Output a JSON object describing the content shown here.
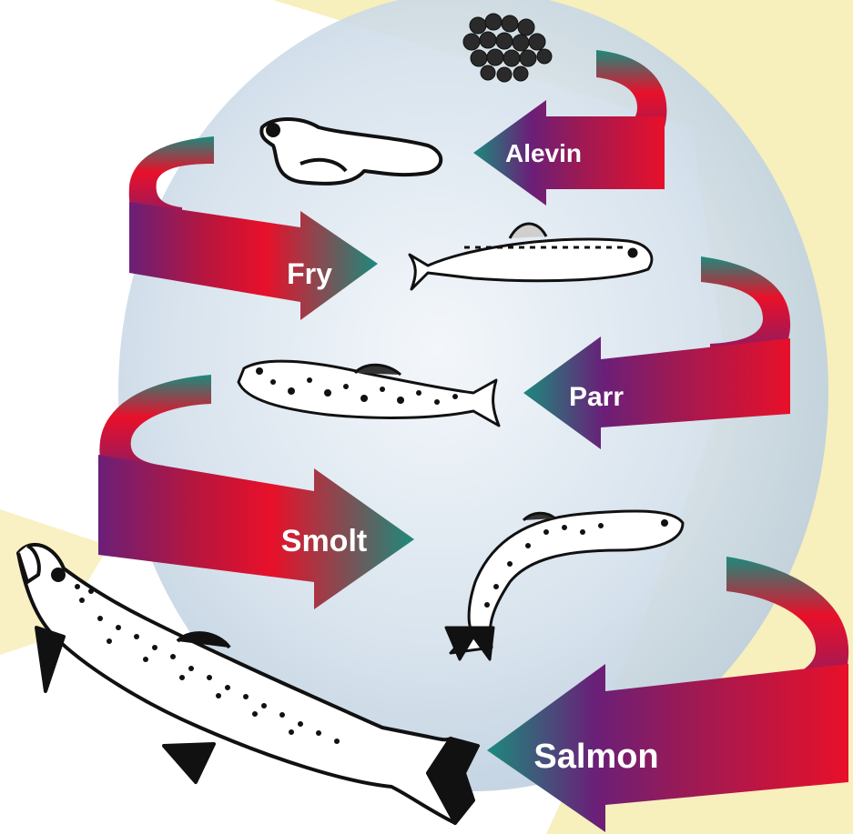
{
  "diagram": {
    "stages": [
      {
        "label": "Alevin"
      },
      {
        "label": "Fry"
      },
      {
        "label": "Parr"
      },
      {
        "label": "Smolt"
      },
      {
        "label": "Salmon"
      }
    ]
  },
  "colors": {
    "arrow_red": "#e8102a",
    "arrow_purple": "#6a1f78",
    "arrow_teal": "#1c8a7c",
    "background_blue": "#c9d8e6",
    "background_yellow": "#f6ecb0"
  },
  "icons": {
    "eggs": "egg-cluster-icon",
    "alevin": "alevin-fish-icon",
    "fry": "fry-fish-icon",
    "parr": "parr-fish-icon",
    "smolt": "smolt-fish-icon",
    "salmon": "adult-salmon-icon"
  }
}
